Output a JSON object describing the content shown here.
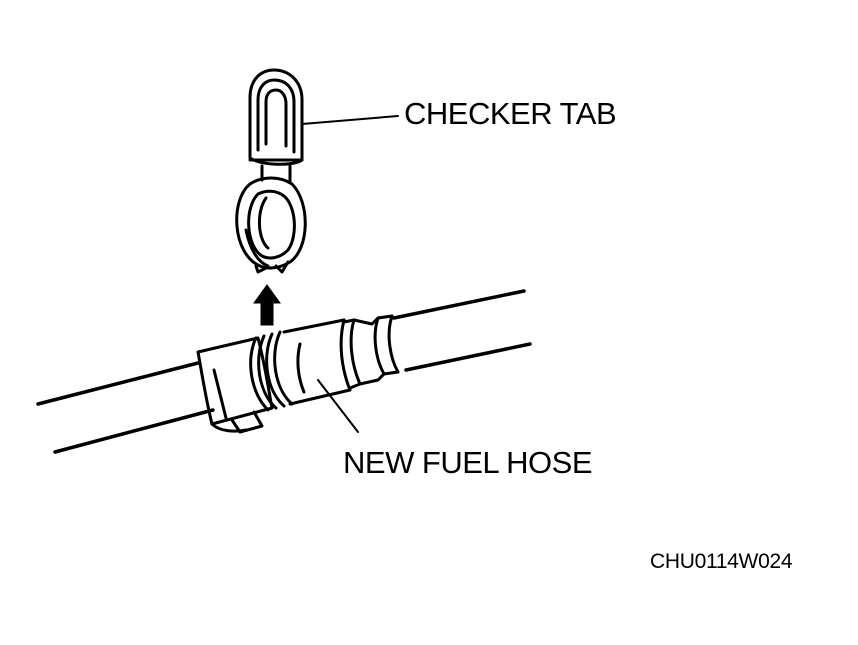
{
  "labels": {
    "checker_tab": "CHECKER TAB",
    "new_fuel_hose": "NEW FUEL HOSE",
    "figure_code": "CHU0114W024"
  },
  "colors": {
    "ink": "#000000",
    "background": "#ffffff"
  },
  "icons": {
    "removal_arrow": "arrow-up-icon"
  }
}
